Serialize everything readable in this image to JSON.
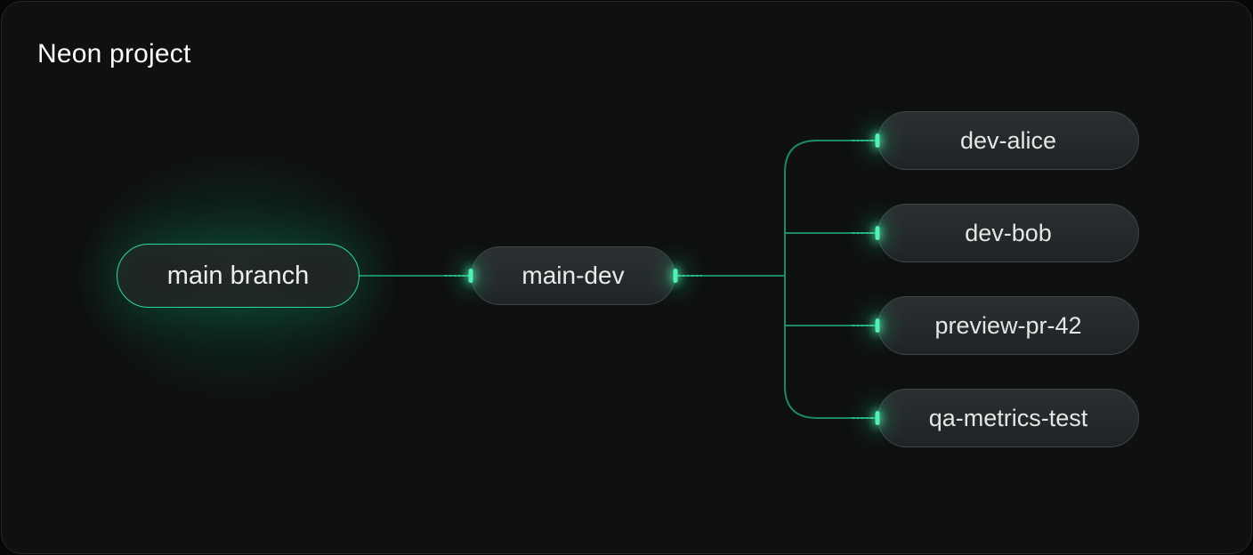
{
  "header": {
    "title": "Neon project"
  },
  "diagram": {
    "root": {
      "label": "main branch"
    },
    "intermediate": {
      "label": "main-dev"
    },
    "leaves": [
      {
        "label": "dev-alice"
      },
      {
        "label": "dev-bob"
      },
      {
        "label": "preview-pr-42"
      },
      {
        "label": "qa-metrics-test"
      }
    ],
    "colors": {
      "accent": "#00e599",
      "connector_line": "#1d8a61",
      "connector_sparkle": "#2fbf8a",
      "endpoint_glow": "#52f0b4",
      "root_border": "#2ed89e",
      "node_border": "#3f4347",
      "card_background": "#0f1010"
    }
  }
}
